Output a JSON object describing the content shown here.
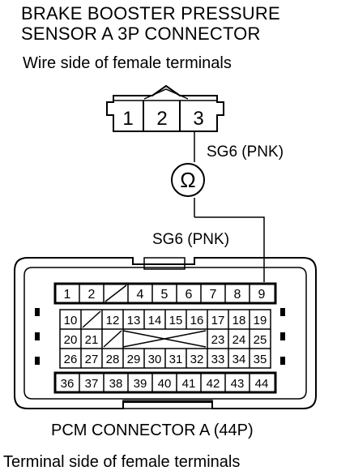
{
  "title": {
    "line1": "BRAKE BOOSTER PRESSURE",
    "line2": "SENSOR A 3P CONNECTOR"
  },
  "upper_connector": {
    "caption": "Wire side of female terminals",
    "terminals": [
      "1",
      "2",
      "3"
    ]
  },
  "wire_label_upper": "SG6 (PNK)",
  "meter_symbol": "Ω",
  "wire_label_lower": "SG6 (PNK)",
  "pcm_connector": {
    "row1": [
      "1",
      "2",
      "",
      "4",
      "5",
      "6",
      "7",
      "8",
      "9"
    ],
    "row2": [
      "10",
      "",
      "12",
      "13",
      "14",
      "15",
      "16",
      "17",
      "18",
      "19"
    ],
    "row3": [
      "20",
      "21",
      "",
      "",
      "",
      "",
      "",
      "23",
      "24",
      "25"
    ],
    "row4": [
      "26",
      "27",
      "28",
      "29",
      "30",
      "31",
      "32",
      "33",
      "34",
      "35"
    ],
    "row5": [
      "36",
      "37",
      "38",
      "39",
      "40",
      "41",
      "42",
      "43",
      "44"
    ],
    "title": "PCM CONNECTOR A (44P)",
    "caption": "Terminal side of female terminals"
  }
}
